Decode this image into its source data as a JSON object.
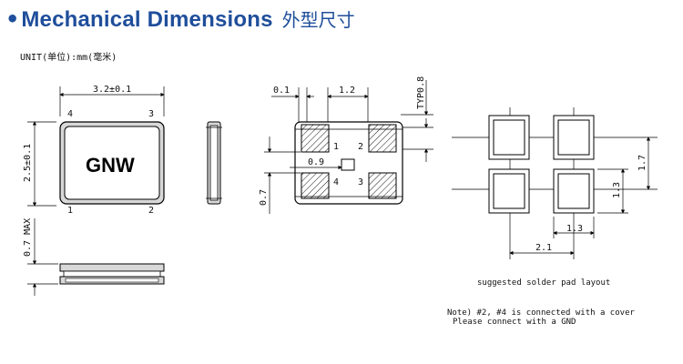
{
  "header": {
    "bullet": "•",
    "title": "Mechanical Dimensions",
    "title_cn": "外型尺寸"
  },
  "unit_label": "UNIT(单位):mm(毫米)",
  "top_view": {
    "brand": "GNW",
    "width_dim": "3.2±0.1",
    "height_dim": "2.5±0.1",
    "pin_4": "4",
    "pin_3": "3",
    "pin_1": "1",
    "pin_2": "2"
  },
  "side_view": {
    "height_dim": "0.7 MAX"
  },
  "bottom_view": {
    "dim_edge": "0.1",
    "dim_pad_gap": "1.2",
    "dim_pad_height": "TYP0.8",
    "dim_center": "0.9",
    "dim_side": "0.7",
    "pad_1": "1",
    "pad_2": "2",
    "pad_3": "3",
    "pad_4": "4"
  },
  "solder_pad": {
    "dim_height": "1.7",
    "dim_inner": "1.3",
    "dim_width": "2.1",
    "dim_inner_w": "1.3",
    "caption": "suggested solder pad layout"
  },
  "note": {
    "line1": "Note) #2, #4 is connected with a cover",
    "line2": "Please connect with a GND"
  },
  "colors": {
    "title": "#1f4e9b",
    "line": "#000000"
  }
}
